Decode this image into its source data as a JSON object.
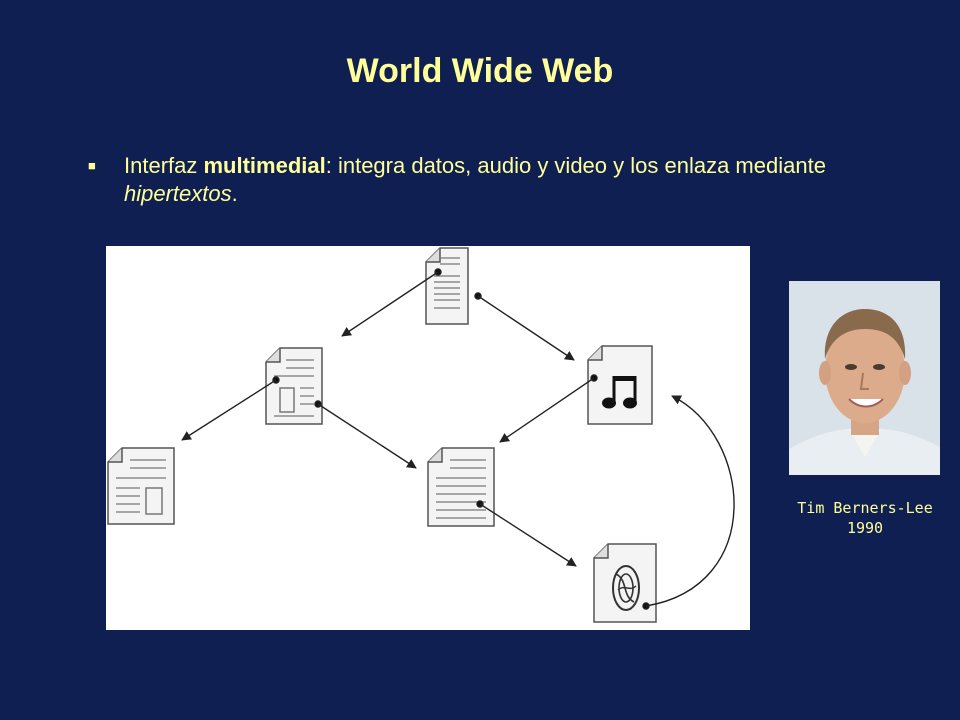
{
  "slide": {
    "title": "World Wide Web",
    "bullet": {
      "lead": "Interfaz ",
      "bold": "multimedial",
      "middle": ": integra datos, audio y video y los enlaza mediante ",
      "italic": "hipertextos",
      "end": "."
    }
  },
  "photo": {
    "caption_name": "Tim Berners-Lee",
    "caption_year": "1990"
  },
  "colors": {
    "background": "#0f1f52",
    "text": "#ffff99",
    "diagram_bg": "#ffffff"
  },
  "icons": [
    "bullet-square-icon",
    "text-document-icon",
    "audio-document-icon",
    "video-document-icon"
  ]
}
